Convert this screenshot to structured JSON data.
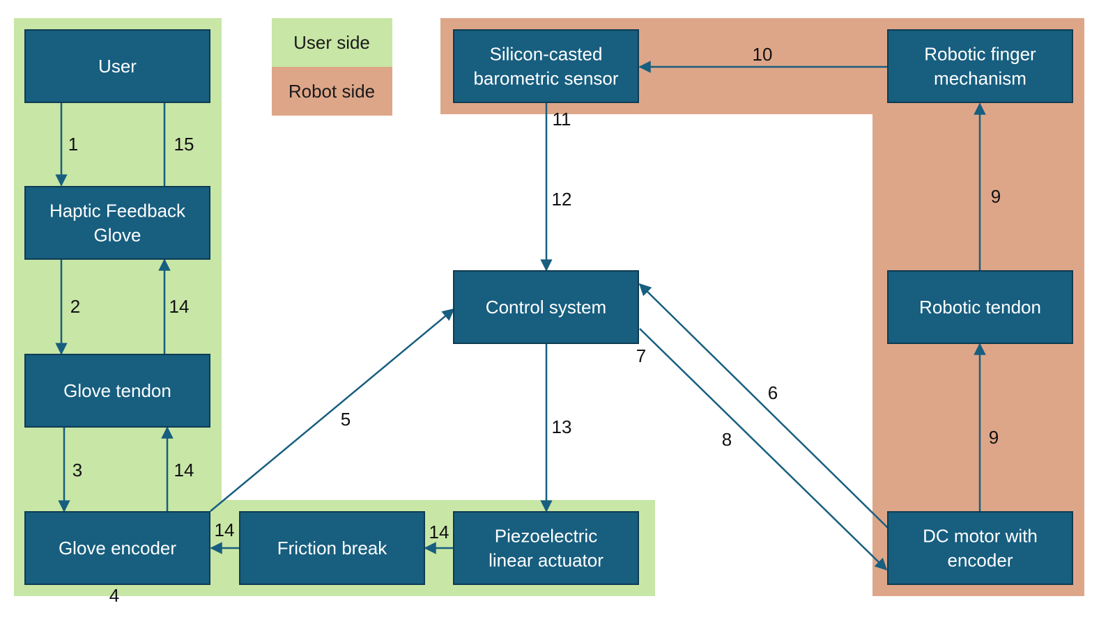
{
  "colors": {
    "user_side": "#c8e6a6",
    "robot_side": "#dea688",
    "node_fill": "#175e7f",
    "node_border": "#0f3b52",
    "arrow": "#175e7f",
    "node_text": "#ffffff"
  },
  "legend": {
    "user_side_label": "User side",
    "robot_side_label": "Robot side"
  },
  "nodes": {
    "user": [
      "User"
    ],
    "haptic_glove": [
      "Haptic Feedback",
      "Glove"
    ],
    "glove_tendon": [
      "Glove tendon"
    ],
    "glove_encoder": [
      "Glove encoder"
    ],
    "friction_break": [
      "Friction break"
    ],
    "piezo_actuator": [
      "Piezoelectric",
      "linear actuator"
    ],
    "control_system": [
      "Control system"
    ],
    "barometric_sensor": [
      "Silicon-casted",
      "barometric sensor"
    ],
    "robotic_finger": [
      "Robotic finger",
      "mechanism"
    ],
    "robotic_tendon": [
      "Robotic tendon"
    ],
    "dc_motor": [
      "DC motor with",
      "encoder"
    ]
  },
  "edge_labels": {
    "e1": "1",
    "e15": "15",
    "e2": "2",
    "e14_glove": "14",
    "e3": "3",
    "e14_encoder": "14",
    "e4": "4",
    "e5": "5",
    "e14_friction_to_encoder": "14",
    "e14_piezo_to_friction": "14",
    "e13": "13",
    "e6": "6",
    "e7": "7",
    "e8": "8",
    "e9_lower": "9",
    "e9_upper": "9",
    "e10": "10",
    "e11": "11",
    "e12": "12"
  }
}
